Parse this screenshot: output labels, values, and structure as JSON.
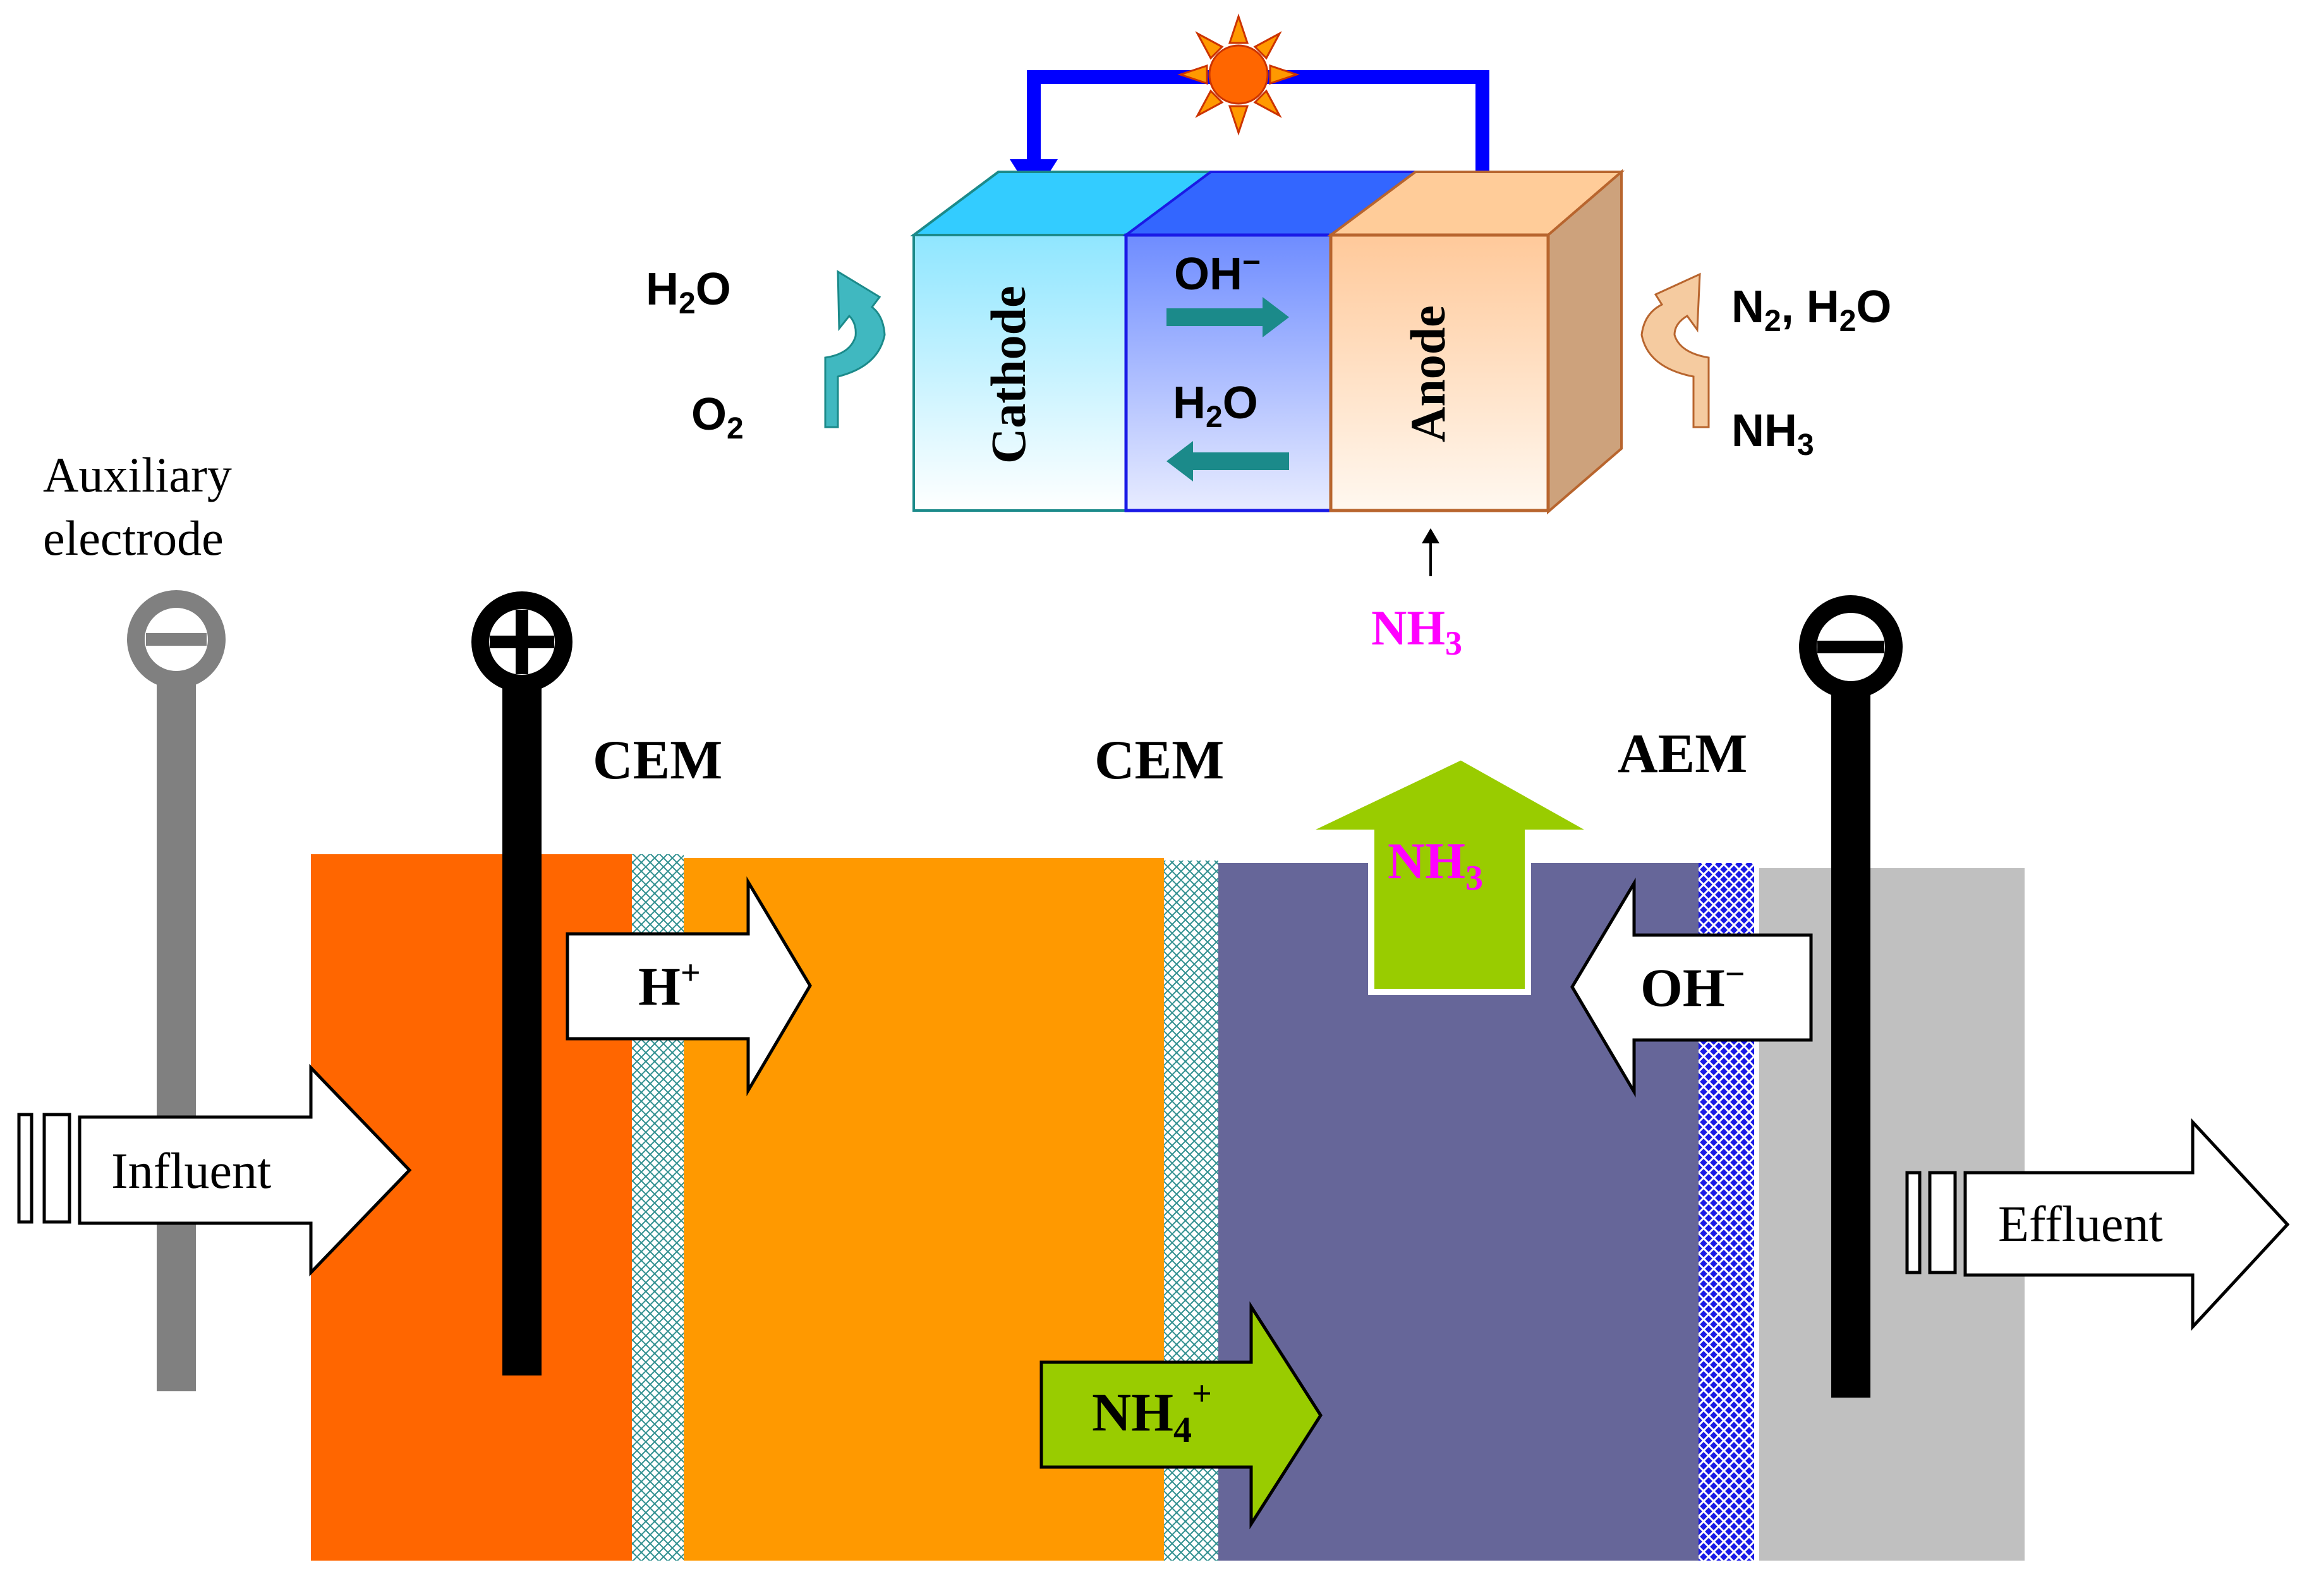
{
  "labels": {
    "auxiliary_line1": "Auxiliary",
    "auxiliary_line2": "electrode",
    "cem_left": "CEM",
    "cem_middle": "CEM",
    "aem": "AEM",
    "influent": "Influent",
    "effluent": "Effluent"
  },
  "ions": {
    "h_plus": {
      "base": "H",
      "sup": "+"
    },
    "oh_minus_bottom": {
      "base": "OH",
      "sup": "−"
    },
    "nh3_green": {
      "base": "NH",
      "sub": "3"
    },
    "nh4_plus": {
      "base": "NH",
      "sub": "4",
      "sup": "+"
    }
  },
  "fuel_cell": {
    "cathode": "Cathode",
    "anode": "Anode",
    "oh_minus": {
      "base": "OH",
      "sup": "−"
    },
    "h2o_middle": {
      "base": "H",
      "sub": "2",
      "tail": "O"
    },
    "left_top": {
      "base": "H",
      "sub": "2",
      "tail": "O"
    },
    "left_bottom": {
      "base": "O",
      "sub": "2"
    },
    "right_top": {
      "base": "N",
      "sub": "2",
      "tail": ", H",
      "sub2": "2",
      "tail2": "O"
    },
    "right_bottom": {
      "base": "NH",
      "sub": "3"
    },
    "nh3_input": {
      "base": "NH",
      "sub": "3"
    }
  },
  "icons": {
    "aux": "minus-circle-icon",
    "anode_electrode": "plus-circle-icon",
    "cathode_electrode": "minus-circle-icon",
    "sun": "sun-icon"
  },
  "colors": {
    "anode_chamber": "#FF6600",
    "middle_chamber": "#FF9900",
    "stripping_chamber": "#666699",
    "cathode_chamber": "#C0C0C0",
    "nh3_arrow": "#99CC00",
    "nh3_text": "#FF00FF",
    "circuit": "#0000FF",
    "cathode_block": "#33CCFF",
    "electrolyte_block": "#3366FF",
    "anode_block": "#FFCC99",
    "teal_arrow": "#1B8A8A"
  }
}
